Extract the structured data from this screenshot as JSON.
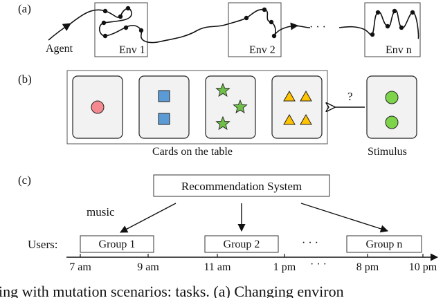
{
  "panel_a": {
    "label": "(a)",
    "agent_label": "Agent",
    "envs": [
      "Env 1",
      "Env 2",
      "Env n"
    ],
    "ellipsis": "· · ·"
  },
  "panel_b": {
    "label": "(b)",
    "table_caption": "Cards on the table",
    "question": "?",
    "stimulus_label": "Stimulus",
    "colors": {
      "circle_red": "#f48a8f",
      "square_blue": "#5b9bd5",
      "star_green": "#6fbf4a",
      "triangle_yellow": "#ffc300",
      "stimulus_green": "#7dd34a",
      "card_fill": "#f2f2f2"
    }
  },
  "panel_c": {
    "label": "(c)",
    "system_label": "Recommendation System",
    "music_label": "music",
    "users_label": "Users:",
    "groups": [
      "Group 1",
      "Group 2",
      "Group n"
    ],
    "ellipsis": "· · ·",
    "timeline_ticks": [
      "7 am",
      "9 am",
      "11 am",
      "1 pm",
      "8 pm",
      "10 pm"
    ],
    "timeline_ellipsis": "· · ·"
  },
  "caption_fragment": "ing with mutation scenarios: tasks. (a) Changing environ"
}
